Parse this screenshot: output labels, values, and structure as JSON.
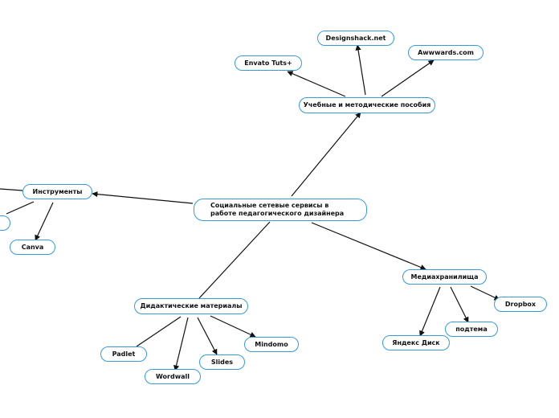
{
  "colors": {
    "border": "#3a9ad9",
    "edge": "#111111"
  },
  "root": {
    "label": "Социальные сетевые сервисы в работе педагогического дизайнера"
  },
  "branches": {
    "manuals": {
      "label": "Учебные и методические пособия",
      "children": [
        "Envato Tuts+",
        "Designshack.net",
        "Awwwards.com"
      ]
    },
    "tools": {
      "label": "Инструменты",
      "children": [
        "Canva"
      ]
    },
    "didactic": {
      "label": "Дидактические материалы",
      "children": [
        "Padlet",
        "Wordwall",
        "Slides",
        "Mindomo"
      ]
    },
    "media": {
      "label": "Медиахранилища",
      "children": [
        "Яндекс Диск",
        "подтема",
        "Dropbox"
      ]
    }
  }
}
